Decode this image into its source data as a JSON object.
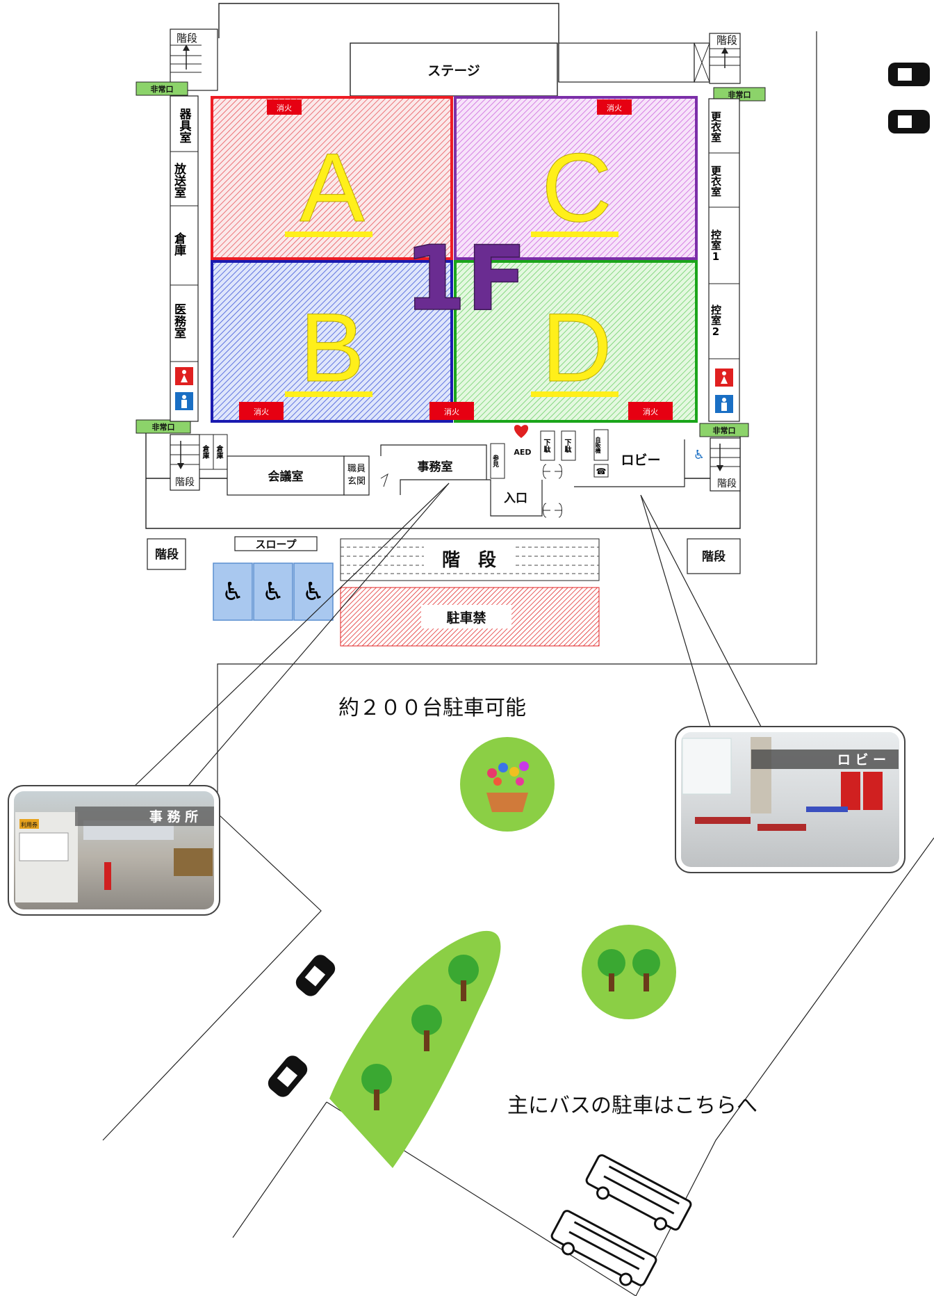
{
  "floor_label": "1F",
  "stage_label": "ステージ",
  "zones": [
    {
      "label": "A",
      "color": "#ee1c24"
    },
    {
      "label": "B",
      "color": "#1a1ab0"
    },
    {
      "label": "C",
      "color": "#8a2be2"
    },
    {
      "label": "D",
      "color": "#1aa51a"
    }
  ],
  "fire_label": "消火",
  "emergency_exit": "非常口",
  "stairs": "階段",
  "left_rooms": [
    "器具室",
    "放送室",
    "倉庫",
    "医務室"
  ],
  "right_rooms": [
    "更衣室",
    "更衣室",
    "控室1",
    "控室2"
  ],
  "storage": "倉庫",
  "meeting_room": "会議室",
  "staff_entrance": "職員玄関",
  "office": "事務室",
  "aed": "AED",
  "shoe_box": "下駄",
  "sanka": "参見",
  "vending": "自販機",
  "entrance": "入口",
  "lobby": "ロビー",
  "slope": "スロープ",
  "front_stairs": "階　段",
  "no_parking": "駐車禁",
  "parking_capacity": "約２００台駐車可能",
  "bus_note": "主にバスの駐車はこちらへ",
  "photo_office": "事 務 所",
  "photo_office_sign": "利用券",
  "photo_lobby": "ロ ビ ー",
  "icons": [
    "restroom-female-icon",
    "restroom-male-icon",
    "wheelchair-icon",
    "aed-heart-icon",
    "phone-icon",
    "car-icon",
    "bus-icon",
    "tree-icon",
    "flower-planter-icon"
  ]
}
